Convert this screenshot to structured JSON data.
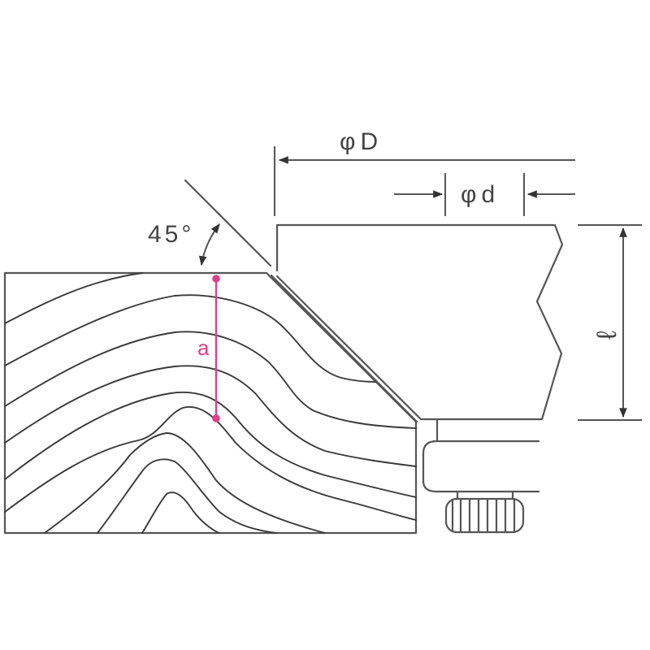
{
  "diagram": {
    "title": "Chamfer router bit cutting wood — dimension diagram",
    "labels": {
      "outer_diameter": "φD",
      "inner_diameter": "φd",
      "length": "ℓ",
      "angle": "45°",
      "depth": "a"
    },
    "colors": {
      "line": "#555555",
      "grain": "#3a3a3a",
      "accent": "#e0408a",
      "background": "#ffffff"
    },
    "parts": [
      "workpiece-wood-block",
      "cutter-body",
      "bearing-collar",
      "knurled-nut"
    ]
  }
}
